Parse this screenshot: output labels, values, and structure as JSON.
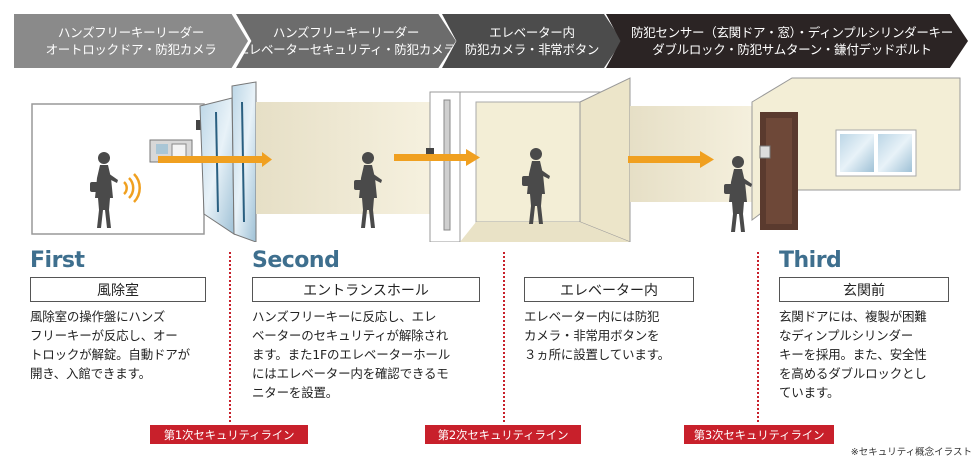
{
  "banner": [
    {
      "line1": "ハンズフリーキーリーダー",
      "line2": "オートロックドア・防犯カメラ"
    },
    {
      "line1": "ハンズフリーキーリーダー",
      "line2": "エレベーターセキュリティ・防犯カメラ"
    },
    {
      "line1": "エレベーター内",
      "line2": "防犯カメラ・非常ボタン"
    },
    {
      "line1": "防犯センサー（玄関ドア・窓）・ディンプルシリンダーキー",
      "line2": "ダブルロック・防犯サムターン・鎌付デッドボルト"
    }
  ],
  "stages": [
    {
      "title": "First",
      "label": "風除室",
      "desc": [
        "風除室の操作盤にハンズ",
        "フリーキーが反応し、オー",
        "トロックが解錠。自動ドアが",
        "開き、入館できます。"
      ]
    },
    {
      "title": "Second",
      "label": "エントランスホール",
      "desc": [
        "ハンズフリーキーに反応し、エレ",
        "ベーターのセキュリティが解除され",
        "ます。また1Fのエレベーターホール",
        "にはエレベーター内を確認できるモ",
        "ニターを設置。"
      ]
    },
    {
      "title": "",
      "label": "エレベーター内",
      "desc": [
        "エレベーター内には防犯",
        "カメラ・非常用ボタンを",
        "３ヵ所に設置しています。"
      ]
    },
    {
      "title": "Third",
      "label": "玄関前",
      "desc": [
        "玄関ドアには、複製が困難",
        "なディンプルシリンダー",
        "キーを採用。また、安全性",
        "を高めるダブルロックとし",
        "ています。"
      ]
    }
  ],
  "security_lines": [
    "第1次セキュリティライン",
    "第2次セキュリティライン",
    "第3次セキュリティライン"
  ],
  "note": "※セキュリティ概念イラスト",
  "colors": {
    "accent_red": "#c8202b",
    "title_blue": "#3e6f8e",
    "arrow_orange": "#f0a020",
    "wall_cream": "#f3edd8"
  }
}
